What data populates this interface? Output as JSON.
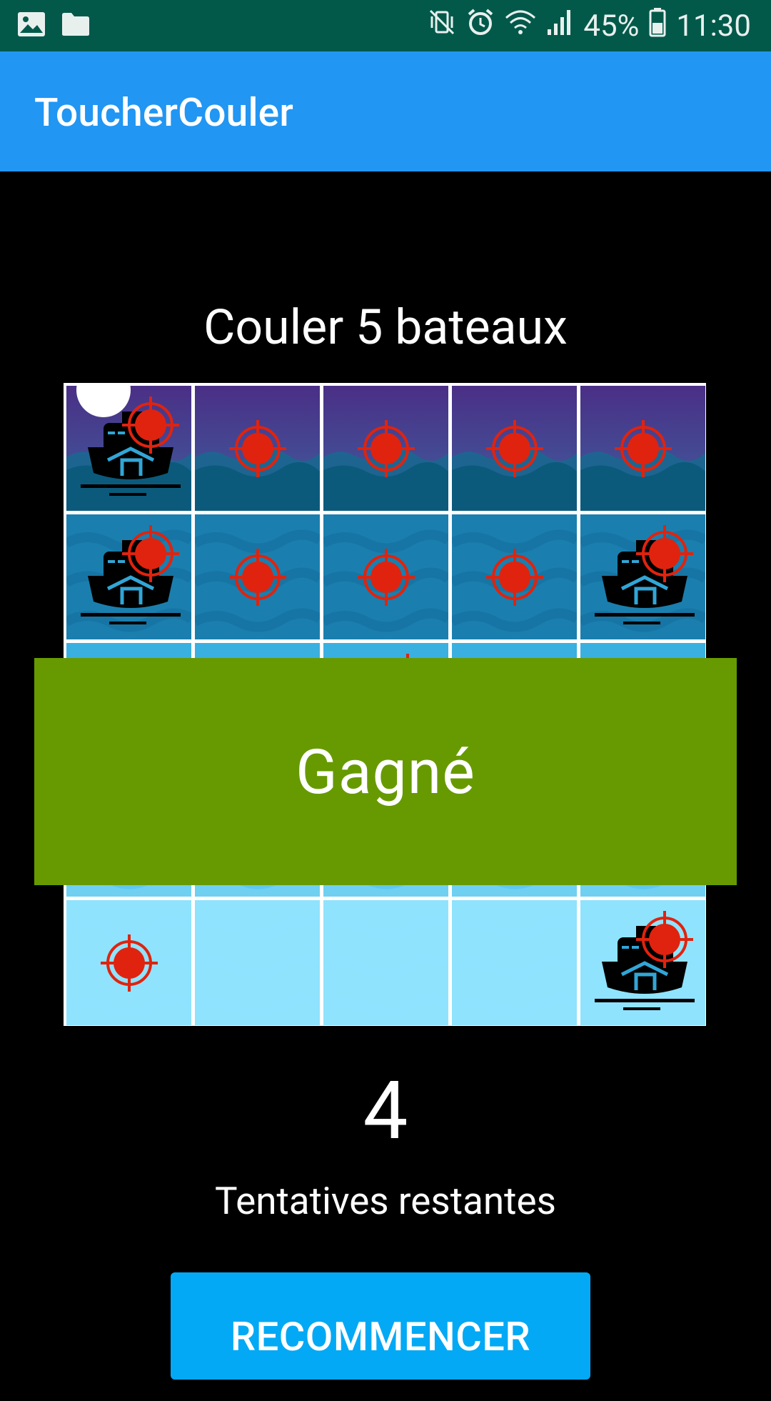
{
  "status_bar": {
    "battery": "45%",
    "time": "11:30",
    "left_icons": [
      "image-icon",
      "folder-icon"
    ],
    "right_icons": [
      "vibrate-icon",
      "alarm-icon",
      "wifi-icon",
      "signal-icon",
      "battery-icon"
    ]
  },
  "app_bar": {
    "title": "ToucherCouler"
  },
  "game": {
    "objective": "Couler 5 bateaux",
    "result": "Gagné",
    "attempts_remaining": "4",
    "attempts_label": "Tentatives restantes",
    "restart_label": "RECOMMENCER"
  },
  "board": {
    "rows": 5,
    "cols": 5,
    "cells": [
      [
        {
          "ship": true,
          "hit": true
        },
        {
          "ship": false,
          "hit": true
        },
        {
          "ship": false,
          "hit": true
        },
        {
          "ship": false,
          "hit": true
        },
        {
          "ship": false,
          "hit": true
        }
      ],
      [
        {
          "ship": true,
          "hit": true
        },
        {
          "ship": false,
          "hit": true
        },
        {
          "ship": false,
          "hit": true
        },
        {
          "ship": false,
          "hit": true
        },
        {
          "ship": true,
          "hit": true
        }
      ],
      [
        {
          "ship": false,
          "hit": false
        },
        {
          "ship": false,
          "hit": false
        },
        {
          "ship": true,
          "hit": true
        },
        {
          "ship": false,
          "hit": false
        },
        {
          "ship": false,
          "hit": false
        }
      ],
      [
        {
          "ship": false,
          "hit": false
        },
        {
          "ship": false,
          "hit": false
        },
        {
          "ship": false,
          "hit": false
        },
        {
          "ship": false,
          "hit": false
        },
        {
          "ship": false,
          "hit": false
        }
      ],
      [
        {
          "ship": false,
          "hit": true
        },
        {
          "ship": false,
          "hit": false
        },
        {
          "ship": false,
          "hit": false
        },
        {
          "ship": false,
          "hit": false
        },
        {
          "ship": true,
          "hit": true
        }
      ]
    ],
    "row_themes": [
      "night",
      "deep",
      "mid",
      "light",
      "shallow"
    ],
    "colors": {
      "night_sky_top": "#4a2f86",
      "night_sky_bottom": "#3f5f9e",
      "night_sea": "#0b5a7c",
      "deep_sea": "#1a7fae",
      "mid_sea": "#3ab0e0",
      "light_sea": "#6fd0f2",
      "shallow_sea": "#8fe3fd",
      "target": "#e0230e",
      "ship": "#000000",
      "ship_accent": "#31a6d6"
    }
  },
  "colors": {
    "status_bar": "#02594a",
    "app_bar": "#2196f3",
    "banner": "#679a00",
    "button": "#03a9f4"
  }
}
